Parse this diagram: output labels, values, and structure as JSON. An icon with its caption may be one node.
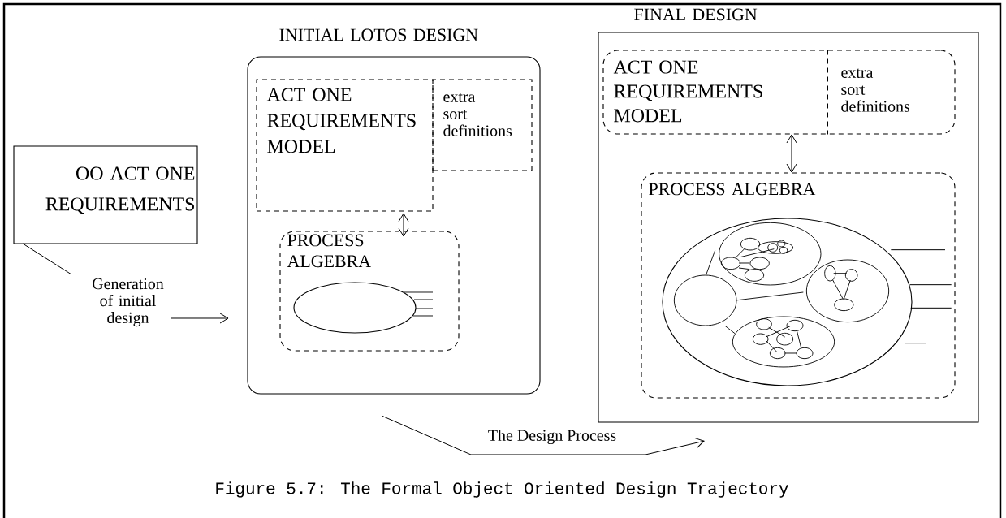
{
  "diagram": {
    "caption": "Figure 5.7: The Formal Object Oriented Design Trajectory",
    "nodes": [
      {
        "text": [
          "OO ACT ONE REQUIREMENTS"
        ]
      },
      {
        "text": [
          "Generation of initial design"
        ]
      },
      {
        "text": [
          "INITIAL LOTOS DESIGN"
        ]
      },
      {
        "text": [
          "ACT ONE REQUIREMENTS MODEL"
        ],
        "in": 2
      },
      {
        "text": [
          "extra sort definitions"
        ],
        "in": 2
      },
      {
        "text": [
          "PROCESS ALGEBRA"
        ],
        "in": 2
      },
      {
        "text": [],
        "shape": "ellipse",
        "in": 5
      },
      {
        "text": [
          "FINAL DESIGN"
        ]
      },
      {
        "text": [
          "ACT ONE REQUIREMENTS MODEL"
        ],
        "in": 7
      },
      {
        "text": [
          "extra sort definitions"
        ],
        "in": 8
      },
      {
        "text": [
          "PROCESS ALGEBRA"
        ],
        "in": 7
      },
      {
        "text": [],
        "shape": "ellipse",
        "in": 10
      }
    ],
    "edges": [
      {
        "from": 0,
        "to": 1,
        "arrow": "none"
      },
      {
        "from": 1,
        "to": 2,
        "arrow": "to"
      },
      {
        "from": 3,
        "to": 5,
        "arrow": "both"
      },
      {
        "from": 8,
        "to": 10,
        "arrow": "both"
      },
      {
        "from": 2,
        "to": 7,
        "arrow": "to",
        "label": "The Design Process"
      }
    ]
  }
}
